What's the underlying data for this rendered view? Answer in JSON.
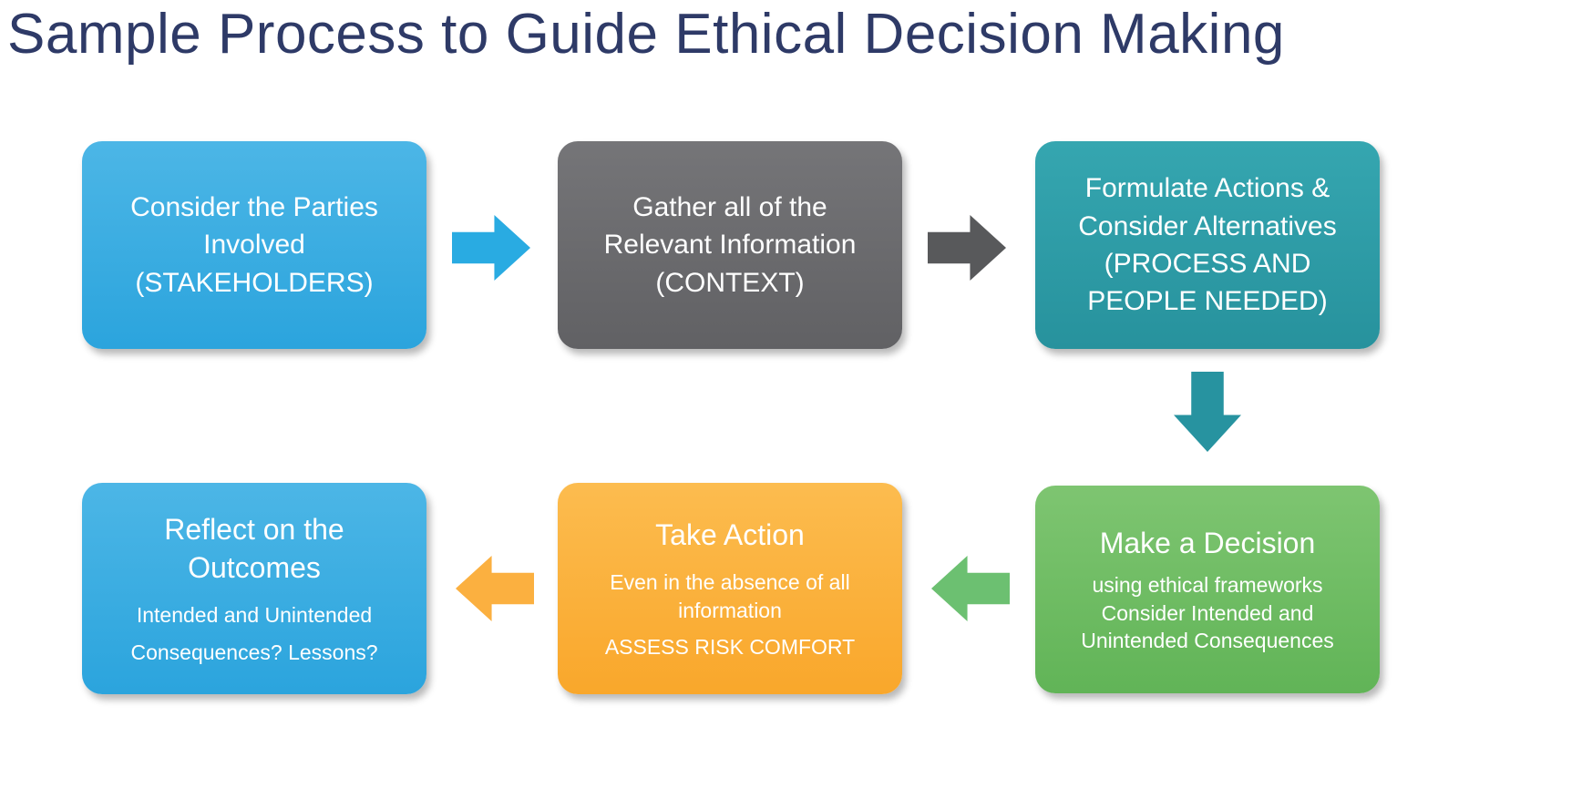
{
  "title": "Sample Process to Guide Ethical Decision Making",
  "boxes": {
    "stakeholders": {
      "line1": "Consider the Parties Involved",
      "line2": "(STAKEHOLDERS)"
    },
    "context": {
      "line1": "Gather all of the Relevant Information",
      "line2": "(CONTEXT)"
    },
    "formulate": {
      "line1": "Formulate Actions & Consider Alternatives",
      "line2": "(PROCESS AND PEOPLE NEEDED)"
    },
    "decision": {
      "title": "Make a Decision",
      "body": "using ethical frameworks  Consider Intended and Unintended Consequences"
    },
    "action": {
      "title": "Take Action",
      "body1": "Even in the absence of all information",
      "body2": "ASSESS RISK COMFORT"
    },
    "reflect": {
      "title": "Reflect on the Outcomes",
      "body1": "Intended and Unintended",
      "body2": "Consequences? Lessons?"
    }
  },
  "colors": {
    "title_text": "#2E3A67",
    "box_text": "#FFFFFF",
    "blue": "#35ACE0",
    "gray": "#6A6A6D",
    "teal": "#2D9EA8",
    "green": "#6FBE63",
    "orange": "#FBB03F",
    "arrow_blue": "#29ABE2",
    "arrow_gray": "#58595B",
    "arrow_teal": "#2793A0",
    "arrow_green": "#6CC071",
    "arrow_orange": "#FBB040",
    "background": "#FFFFFF"
  }
}
